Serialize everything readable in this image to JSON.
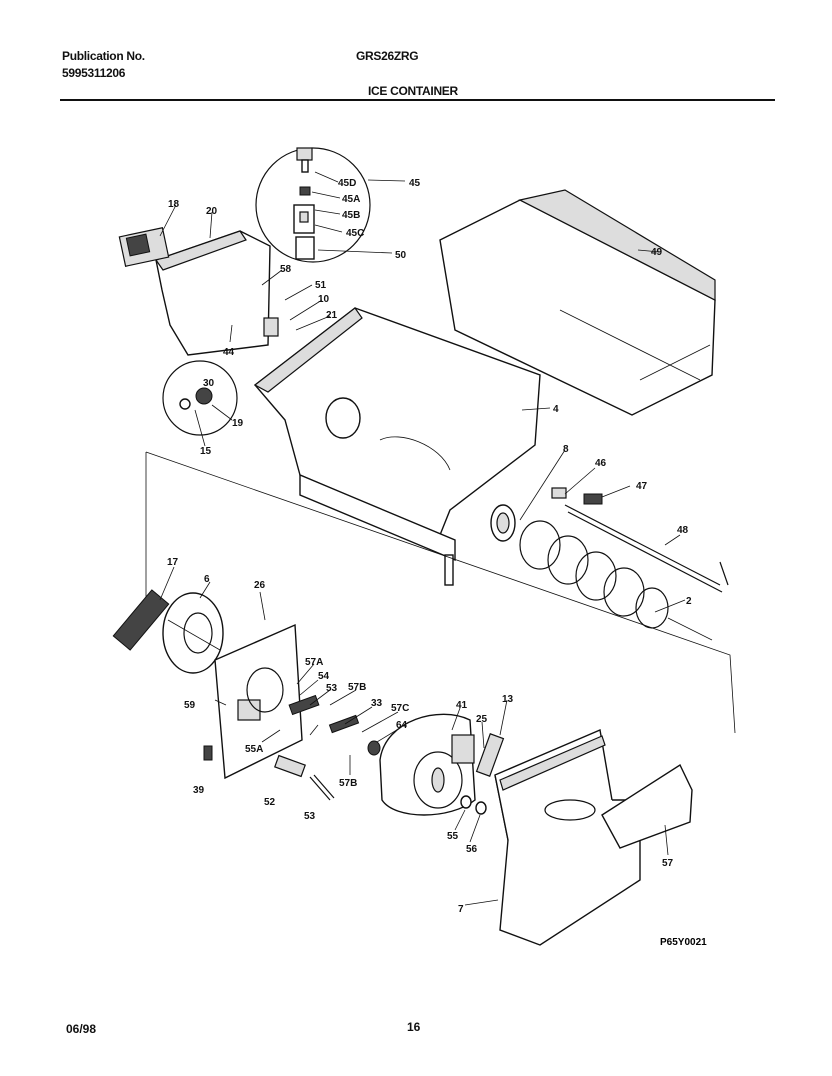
{
  "header": {
    "publication_label": "Publication No.",
    "publication_number": "5995311206",
    "model": "GRS26ZRG",
    "section_title": "ICE CONTAINER"
  },
  "callouts": [
    "45D",
    "45",
    "45A",
    "45B",
    "45C",
    "50",
    "18",
    "20",
    "49",
    "58",
    "51",
    "10",
    "21",
    "44",
    "4",
    "30",
    "19",
    "15",
    "6",
    "46",
    "47",
    "48",
    "2",
    "17",
    "8",
    "26",
    "57A",
    "54",
    "53",
    "57B",
    "59",
    "57C",
    "41",
    "25",
    "13",
    "64",
    "55A",
    "52",
    "57B",
    "39",
    "53",
    "55",
    "56",
    "57",
    "7",
    "33"
  ],
  "drawing_code": "P65Y0021",
  "footer": {
    "date": "06/98",
    "page": "16"
  }
}
